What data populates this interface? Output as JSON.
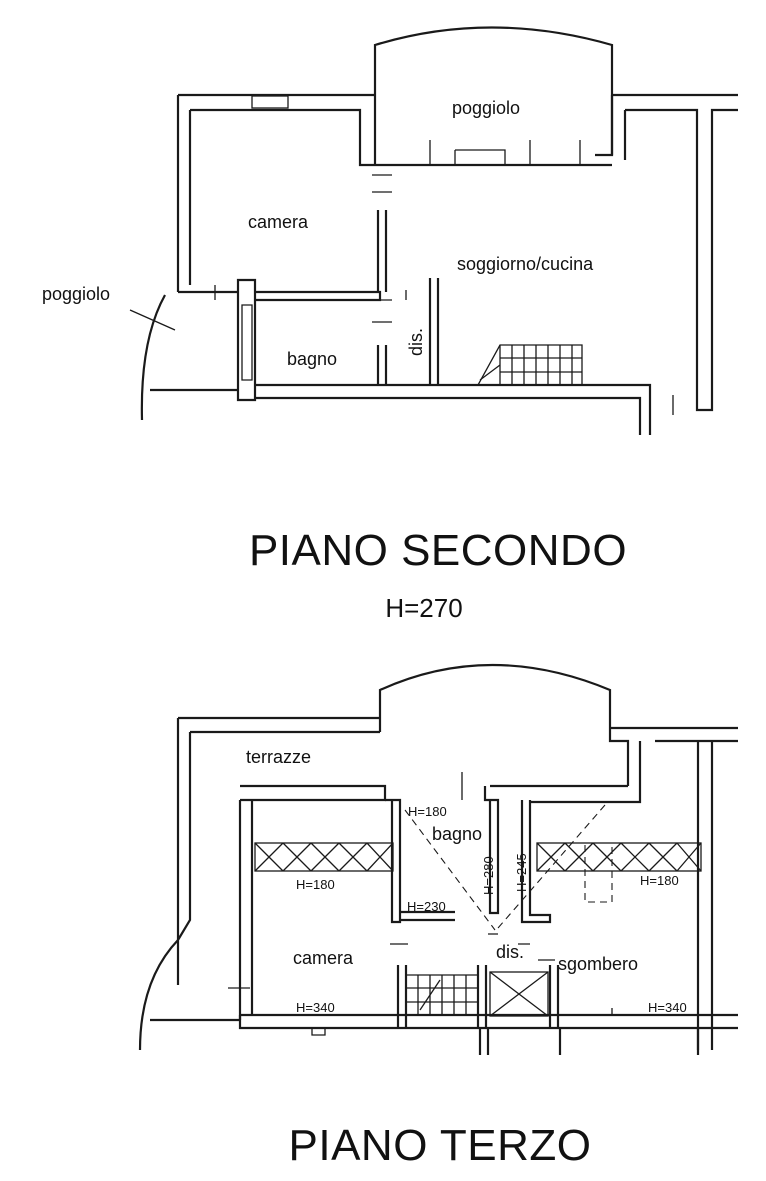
{
  "floor_two": {
    "title": "PIANO SECONDO",
    "height": "H=270",
    "rooms": {
      "poggiolo_top": "poggiolo",
      "camera": "camera",
      "soggiorno": "soggiorno/cucina",
      "poggiolo_left": "poggiolo",
      "bagno": "bagno",
      "dis": "dis."
    }
  },
  "floor_three": {
    "title": "PIANO TERZO",
    "rooms": {
      "terrazze": "terrazze",
      "bagno": "bagno",
      "camera": "camera",
      "dis": "dis.",
      "sgombero": "sgombero"
    },
    "heights": {
      "bagno_top": "H=180",
      "left_beam": "H=180",
      "right_beam": "H=180",
      "h230": "H=230",
      "h280": "H=280",
      "h245": "H=245",
      "left_bottom": "H=340",
      "right_bottom": "H=340"
    }
  }
}
